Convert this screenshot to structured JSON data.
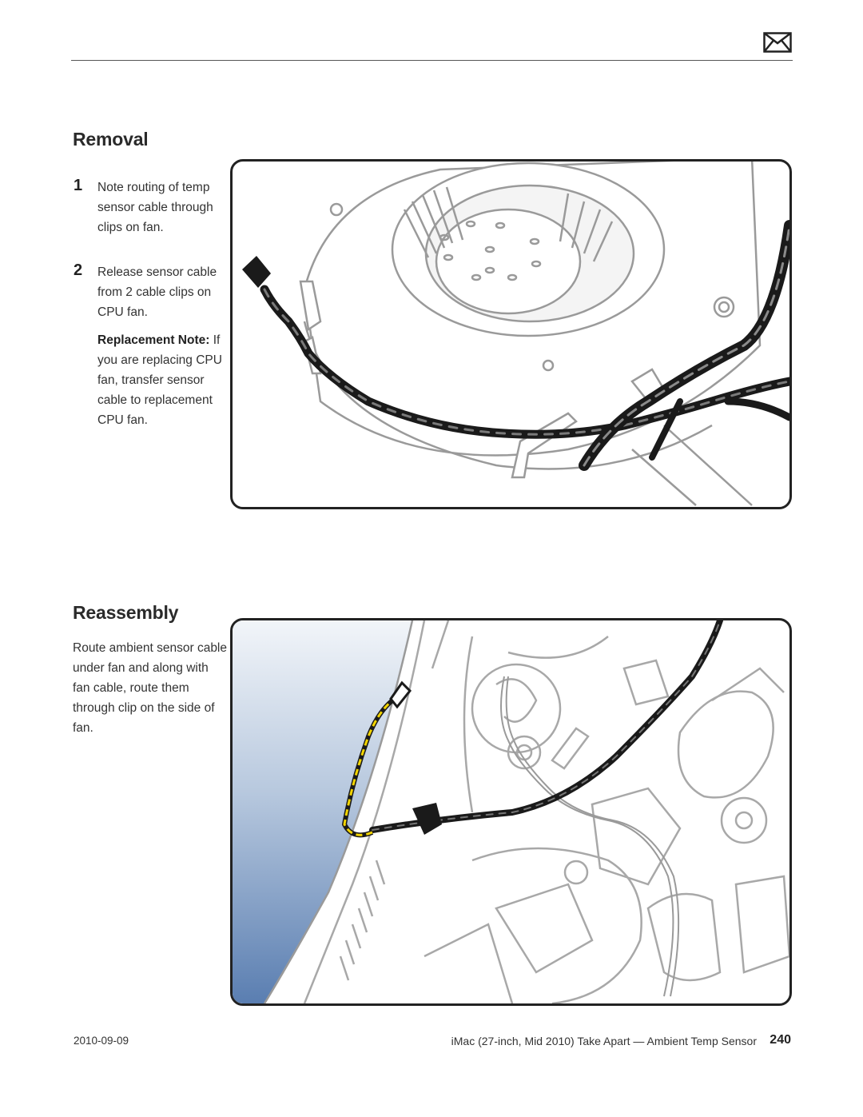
{
  "sections": {
    "removal": {
      "heading": "Removal",
      "steps": [
        {
          "number": "1",
          "text": "Note routing of temp sensor cable through clips on fan."
        },
        {
          "number": "2",
          "text": "Release sensor cable from 2 cable clips on CPU fan."
        }
      ],
      "note_label": "Replacement Note:",
      "note_text": " If you are replacing CPU fan, transfer sensor cable to replacement CPU fan."
    },
    "reassembly": {
      "heading": "Reassembly",
      "text": "Route ambient sensor cable under fan and along with fan cable, route them through clip on the side of fan."
    }
  },
  "footer": {
    "date": "2010-09-09",
    "title": "iMac (27-inch, Mid 2010) Take Apart — Ambient Temp Sensor",
    "page": "240"
  },
  "icons": {
    "mail": "mail-icon"
  },
  "colors": {
    "accent_yellow": "#f2d400",
    "panel_blue": "#5b7fb2",
    "line": "#999999"
  }
}
